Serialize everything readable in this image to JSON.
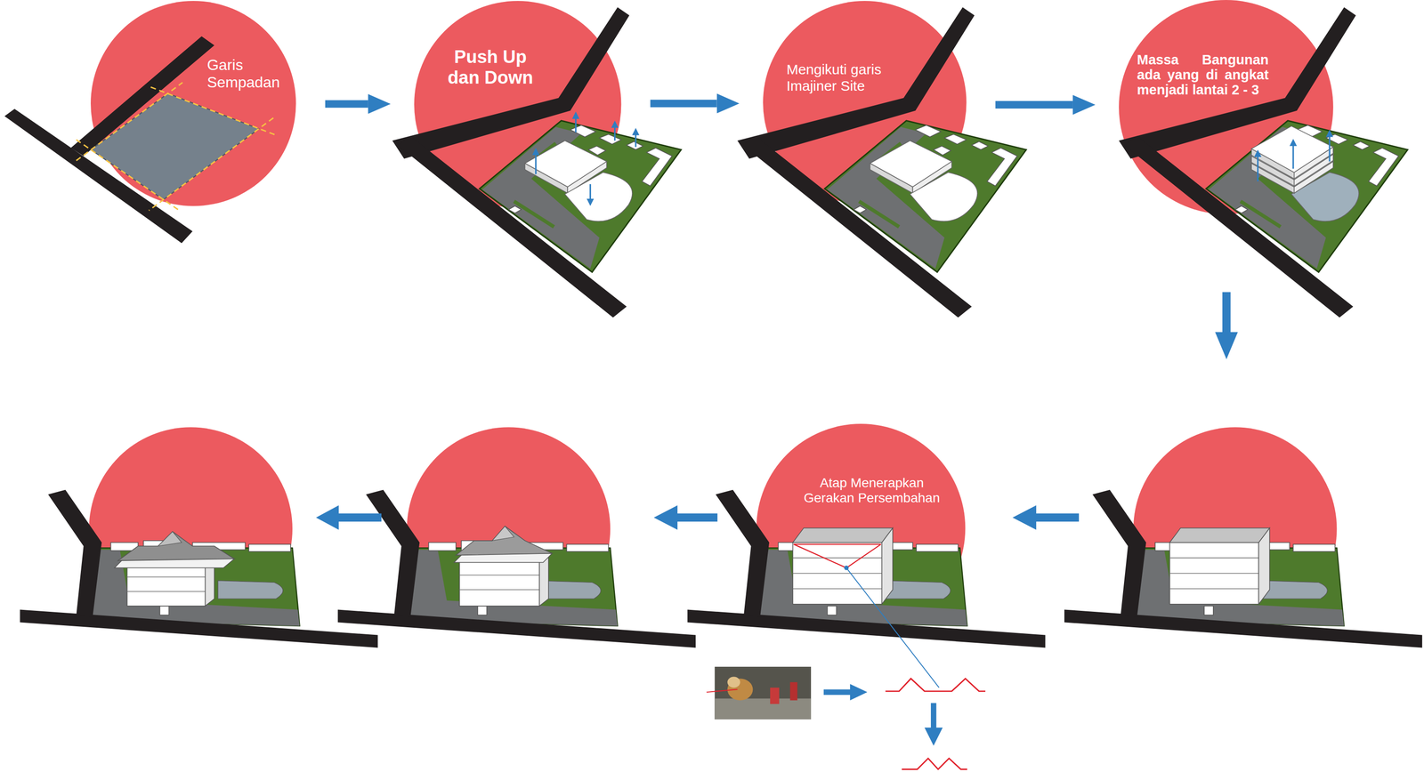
{
  "diagram": {
    "nodes": [
      {
        "text": [
          "Garis Sempadan"
        ]
      },
      {
        "text": [
          "Push Up dan Down"
        ]
      },
      {
        "text": [
          "Mengikuti garis Imajiner Site"
        ]
      },
      {
        "text": [
          "Massa Bangunan ada yang di angkat menjadi lantai 2 - 3"
        ]
      },
      {
        "text": [
          "Atap Menerapkan Gerakan Persembahan"
        ]
      }
    ],
    "edges": [
      {
        "from": 0,
        "to": 1,
        "arrow": "to"
      },
      {
        "from": 1,
        "to": 2,
        "arrow": "to"
      },
      {
        "from": 2,
        "to": 3,
        "arrow": "to"
      }
    ]
  }
}
